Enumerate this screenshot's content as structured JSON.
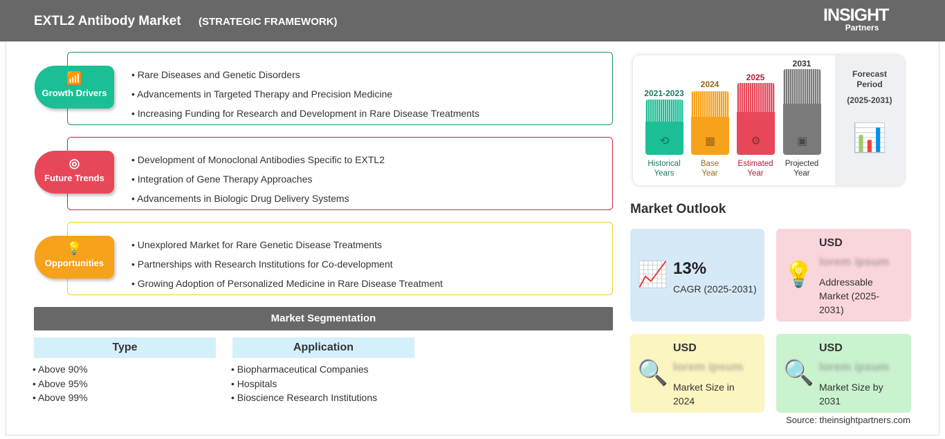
{
  "header": {
    "title": "EXTL2 Antibody Market",
    "subtitle": "(STRATEGIC FRAMEWORK)",
    "logo": "The INSIGHT Partners"
  },
  "sections": [
    {
      "label": "Growth Drivers",
      "icon": "growth-chart-icon",
      "color": "#1abf95",
      "items": [
        "Rare Diseases and Genetic Disorders",
        "Advancements in Targeted Therapy and Precision Medicine",
        "Increasing Funding for Research and Development in Rare Disease Treatments"
      ]
    },
    {
      "label": "Future Trends",
      "icon": "target-icon",
      "color": "#e8475a",
      "items": [
        "Development of Monoclonal Antibodies Specific to EXTL2",
        "Integration of Gene Therapy Approaches",
        "Advancements in Biologic Drug Delivery Systems"
      ]
    },
    {
      "label": "Opportunities",
      "icon": "lightbulb-hand-icon",
      "color": "#f7a21b",
      "items": [
        "Unexplored Market for Rare Genetic Disease Treatments",
        "Partnerships with Research Institutions for Co-development",
        "Growing Adoption of Personalized Medicine in Rare Disease Treatment"
      ]
    }
  ],
  "segmentation": {
    "title": "Market Segmentation",
    "type": {
      "title": "Type",
      "items": [
        "Above 90%",
        "Above 95%",
        "Above 99%"
      ]
    },
    "application": {
      "title": "Application",
      "items": [
        "Biopharmaceutical Companies",
        "Hospitals",
        "Bioscience Research Institutions"
      ]
    }
  },
  "timeline": {
    "bars": [
      {
        "year": "2021-2023",
        "label1": "Historical",
        "label2": "Years",
        "color": "#1abf95",
        "text": "#1a7a62"
      },
      {
        "year": "2024",
        "label1": "Base",
        "label2": "Year",
        "color": "#f7a21b",
        "text": "#9a6418"
      },
      {
        "year": "2025",
        "label1": "Estimated",
        "label2": "Year",
        "color": "#e8475a",
        "text": "#b01c35"
      },
      {
        "year": "2031",
        "label1": "Projected",
        "label2": "Year",
        "color": "#7a7a7a",
        "text": "#333333"
      }
    ],
    "forecast": "Forecast Period",
    "forecast_range": "(2025-2031)"
  },
  "outlook": {
    "title": "Market Outlook",
    "cagr": {
      "value": "13%",
      "label": "CAGR (2025-2031)"
    },
    "addressable": {
      "usd": "USD",
      "value": "lorem ipsum",
      "label": "Addressable Market (2025-2031)"
    },
    "size2024": {
      "usd": "USD",
      "value": "lorem ipsum",
      "label": "Market Size in 2024"
    },
    "size2031": {
      "usd": "USD",
      "value": "lorem ipsum",
      "label": "Market Size by 2031"
    }
  },
  "source": "Source: theinsightpartners.com"
}
